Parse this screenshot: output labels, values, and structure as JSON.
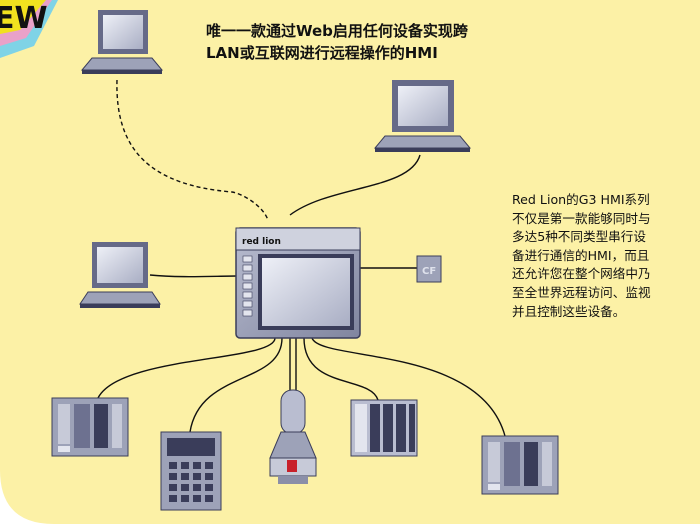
{
  "badge": {
    "text": "EW",
    "colors": [
      "#f1e11f",
      "#e9a1c9",
      "#7fd3e6"
    ]
  },
  "headline": {
    "line1": "唯一一款通过Web启用任何设备实现跨",
    "line2": "LAN或互联网进行远程操作的HMI"
  },
  "description": {
    "lines": [
      "Red Lion的G3 HMI系列",
      "不仅是第一款能够同时与",
      "多达5种不同类型串行设",
      "备进行通信的HMI，而且",
      "还允许您在整个网络中乃",
      "至全世界远程访问、监视",
      "并且控制这些设备。"
    ]
  },
  "hmi": {
    "brand": "red lion"
  },
  "cf_card": {
    "label": "CF"
  },
  "devices": {
    "laptops": [
      "laptop-top",
      "laptop-right",
      "laptop-left"
    ],
    "field": [
      "plc-left",
      "keypad-terminal",
      "sensor-probe",
      "io-rack",
      "plc-right"
    ]
  },
  "colors": {
    "background": "#fcf1a6",
    "device_body": "#9da2b8",
    "device_dark": "#3a3d5a",
    "screen": "#d5d8e6",
    "lines": "#111111"
  }
}
